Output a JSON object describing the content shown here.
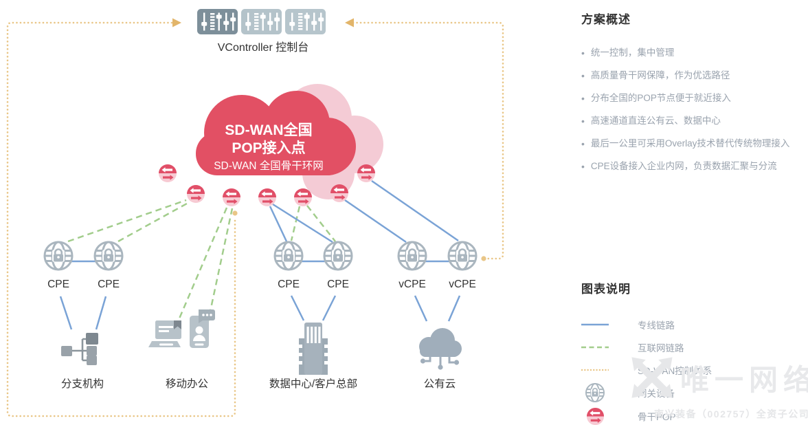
{
  "controller": {
    "label": "VController 控制台",
    "icons": [
      "equalizer-icon",
      "equalizer-icon",
      "equalizer-icon"
    ]
  },
  "cloud": {
    "title_line1": "SD-WAN全国",
    "title_line2": "POP接入点",
    "subtitle": "SD-WAN 全国骨干环网"
  },
  "nodes": {
    "cpe_labels": [
      "CPE",
      "CPE",
      "CPE",
      "CPE"
    ],
    "vcpe_labels": [
      "vCPE",
      "vCPE"
    ],
    "sites": [
      "分支机构",
      "移动办公",
      "数据中心/客户总部",
      "公有云"
    ]
  },
  "overview": {
    "title": "方案概述",
    "bullets": [
      "统一控制，集中管理",
      "高质量骨干网保障，作为优选路径",
      "分布全国的POP节点便于就近接入",
      "高速通道直连公有云、数据中心",
      "最后一公里可采用Overlay技术替代传统物理接入",
      "CPE设备接入企业内网，负责数据汇聚与分流"
    ]
  },
  "legend": {
    "title": "图表说明",
    "items": [
      {
        "label": "专线链路",
        "type": "solid-blue-line"
      },
      {
        "label": "互联网链路",
        "type": "dashed-green-line"
      },
      {
        "label": "SD-WAN控制关系",
        "type": "dotted-orange-line"
      },
      {
        "label": "网关设备",
        "type": "globe-lock-icon"
      },
      {
        "label": "骨干POP",
        "type": "pop-icon"
      }
    ]
  },
  "watermark": {
    "brand": "唯一网络",
    "note": "南兴装备（002757）全资子公司"
  },
  "colors": {
    "dedicated_line_blue": "#7aa3d6",
    "internet_line_green": "#a2cd8c",
    "control_line_orange": "#e9c687",
    "control_arrow_orange": "#e2b56a",
    "pop_red": "#e14f68",
    "pop_pink": "#f7cad3",
    "cloud_red": "#e25064",
    "cloud_pink": "#f4cbd5",
    "device_gray": "#aab6bf",
    "heading_text": "#333333",
    "body_text": "#9aa3ae"
  }
}
